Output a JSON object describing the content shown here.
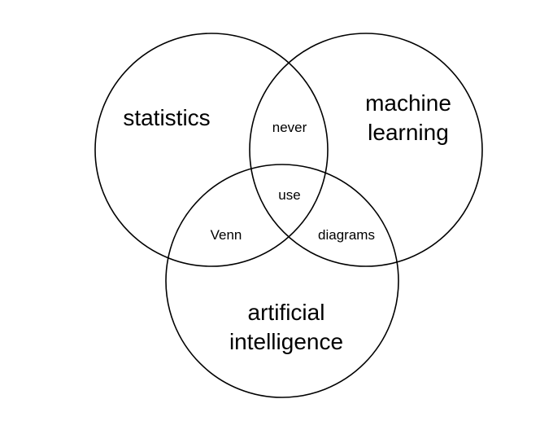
{
  "sets": {
    "statistics": "statistics",
    "machine_learning_line1": "machine",
    "machine_learning_line2": "learning",
    "ai_line1": "artificial",
    "ai_line2": "intelligence"
  },
  "regions": {
    "stats_ml": "never",
    "all_three": "use",
    "stats_ai": "Venn",
    "ml_ai": "diagrams"
  },
  "colors": {
    "stroke": "#000000",
    "background": "#ffffff"
  }
}
